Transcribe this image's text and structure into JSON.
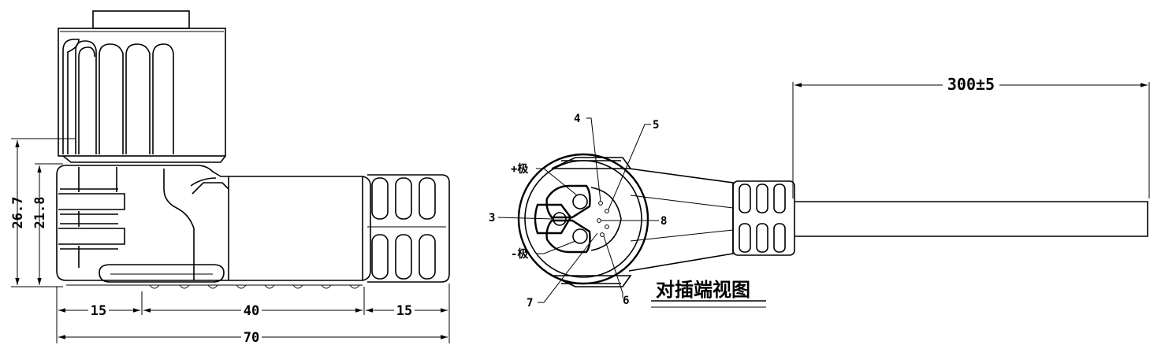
{
  "side_view": {
    "dim_height_total": "26.7",
    "dim_height_body": "21.8",
    "dim_segment_left": "15",
    "dim_segment_mid": "40",
    "dim_segment_right": "15",
    "dim_total_length": "70"
  },
  "end_view": {
    "cable_length": "300±5",
    "pin_4": "4",
    "pin_5": "5",
    "pin_plus": "+极",
    "pin_3": "3",
    "pin_8": "8",
    "pin_minus": "-极",
    "pin_7": "7",
    "pin_6": "6",
    "view_title": "对插端视图"
  }
}
